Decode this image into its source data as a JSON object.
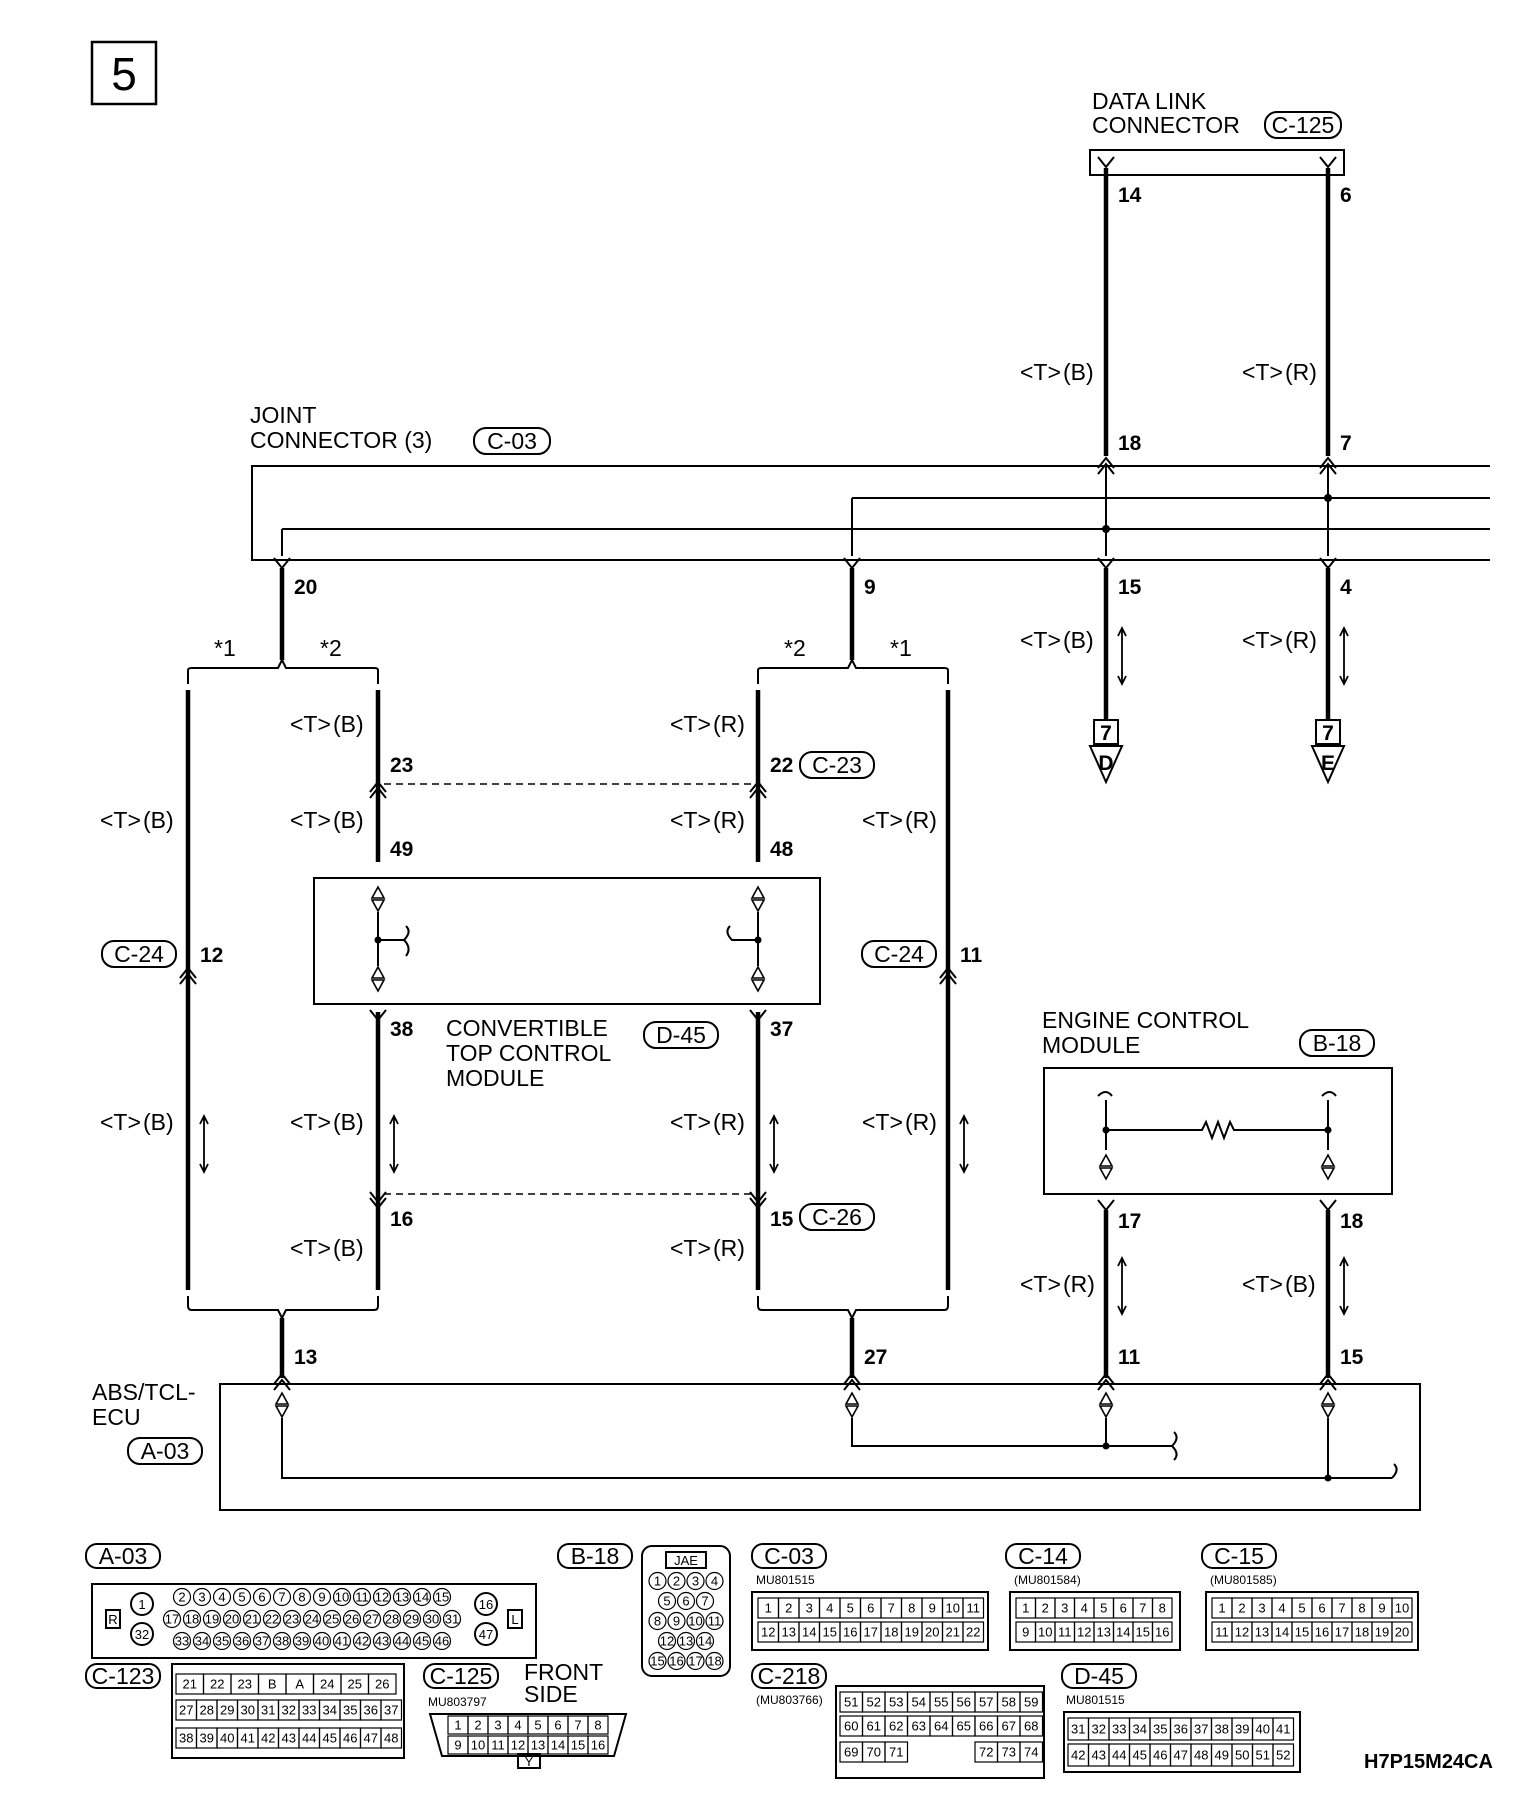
{
  "page_number": "5",
  "figure_code": "H7P15M24CA",
  "components": {
    "data_link": {
      "line1": "DATA LINK",
      "line2": "CONNECTOR",
      "tag": "C-125"
    },
    "joint": {
      "line1": "JOINT",
      "line2": "CONNECTOR (3)",
      "tag": "C-03"
    },
    "convertible": {
      "line1": "CONVERTIBLE",
      "line2": "TOP CONTROL",
      "line3": "MODULE",
      "tag": "D-45"
    },
    "engine": {
      "line1": "ENGINE CONTROL",
      "line2": "MODULE",
      "tag": "B-18"
    },
    "abs": {
      "line1": "ABS/TCL-",
      "line2": "ECU",
      "tag": "A-03"
    }
  },
  "tags": {
    "c24_left": "C-24",
    "c24_right": "C-24",
    "c23": "C-23",
    "c26": "C-26"
  },
  "wire_color_tag": "<T>",
  "colors": {
    "b": "(B)",
    "r": "(R)"
  },
  "variants": {
    "v1": "*1",
    "v2": "*2"
  },
  "pins": {
    "p14": "14",
    "p6": "6",
    "p18": "18",
    "p7": "7",
    "p15": "15",
    "p4": "4",
    "p20": "20",
    "p9": "9",
    "p23": "23",
    "p22": "22",
    "p49": "49",
    "p48": "48",
    "p12": "12",
    "p11": "11",
    "p38": "38",
    "p37": "37",
    "p16": "16",
    "p15b": "15",
    "p17": "17",
    "p18b": "18",
    "p13": "13",
    "p27": "27",
    "p11b": "11",
    "p15c": "15"
  },
  "refs": {
    "d_num": "7",
    "d_letter": "D",
    "e_num": "7",
    "e_letter": "E"
  },
  "connector_views": {
    "a03": {
      "tag": "A-03",
      "r": "R",
      "l": "L",
      "pin1": "1",
      "pin32": "32",
      "pin16": "16",
      "pin47": "47",
      "row1": [
        "2",
        "3",
        "4",
        "5",
        "6",
        "7",
        "8",
        "9",
        "10",
        "11",
        "12",
        "13",
        "14",
        "15"
      ],
      "row2": [
        "17",
        "18",
        "19",
        "20",
        "21",
        "22",
        "23",
        "24",
        "25",
        "26",
        "27",
        "28",
        "29",
        "30",
        "31"
      ],
      "row3": [
        "33",
        "34",
        "35",
        "36",
        "37",
        "38",
        "39",
        "40",
        "41",
        "42",
        "43",
        "44",
        "45",
        "46"
      ]
    },
    "b18": {
      "tag": "B-18",
      "brand": "JAE",
      "rows": [
        [
          "1",
          "2",
          "3",
          "4"
        ],
        [
          "5",
          "6",
          "7"
        ],
        [
          "8",
          "9",
          "10",
          "11"
        ],
        [
          "12",
          "13",
          "14"
        ],
        [
          "15",
          "16",
          "17",
          "18"
        ]
      ]
    },
    "c03": {
      "tag": "C-03",
      "part": "MU801515",
      "row1": [
        "1",
        "2",
        "3",
        "4",
        "5",
        "6",
        "7",
        "8",
        "9",
        "10",
        "11"
      ],
      "row2": [
        "12",
        "13",
        "14",
        "15",
        "16",
        "17",
        "18",
        "19",
        "20",
        "21",
        "22"
      ]
    },
    "c14": {
      "tag": "C-14",
      "part": "(MU801584)",
      "row1": [
        "1",
        "2",
        "3",
        "4",
        "5",
        "6",
        "7",
        "8"
      ],
      "row2": [
        "9",
        "10",
        "11",
        "12",
        "13",
        "14",
        "15",
        "16"
      ]
    },
    "c15": {
      "tag": "C-15",
      "part": "(MU801585)",
      "row1": [
        "1",
        "2",
        "3",
        "4",
        "5",
        "6",
        "7",
        "8",
        "9",
        "10"
      ],
      "row2": [
        "11",
        "12",
        "13",
        "14",
        "15",
        "16",
        "17",
        "18",
        "19",
        "20"
      ]
    },
    "c123": {
      "tag": "C-123",
      "row1": [
        "21",
        "22",
        "23",
        "B",
        "A",
        "24",
        "25",
        "26"
      ],
      "row2": [
        "27",
        "28",
        "29",
        "30",
        "31",
        "32",
        "33",
        "34",
        "35",
        "36",
        "37"
      ],
      "row3": [
        "38",
        "39",
        "40",
        "41",
        "42",
        "43",
        "44",
        "45",
        "46",
        "47",
        "48"
      ]
    },
    "c125": {
      "tag": "C-125",
      "part": "MU803797",
      "front1": "FRONT",
      "front2": "SIDE",
      "y": "Y",
      "row1": [
        "1",
        "2",
        "3",
        "4",
        "5",
        "6",
        "7",
        "8"
      ],
      "row2": [
        "9",
        "10",
        "11",
        "12",
        "13",
        "14",
        "15",
        "16"
      ]
    },
    "c218": {
      "tag": "C-218",
      "part": "(MU803766)",
      "row1": [
        "51",
        "52",
        "53",
        "54",
        "55",
        "56",
        "57",
        "58",
        "59"
      ],
      "row2": [
        "60",
        "61",
        "62",
        "63",
        "64",
        "65",
        "66",
        "67",
        "68"
      ],
      "row3": [
        "69",
        "70",
        "71",
        "72",
        "73",
        "74"
      ]
    },
    "d45": {
      "tag": "D-45",
      "part": "MU801515",
      "row1": [
        "31",
        "32",
        "33",
        "34",
        "35",
        "36",
        "37",
        "38",
        "39",
        "40",
        "41"
      ],
      "row2": [
        "42",
        "43",
        "44",
        "45",
        "46",
        "47",
        "48",
        "49",
        "50",
        "51",
        "52"
      ]
    }
  }
}
